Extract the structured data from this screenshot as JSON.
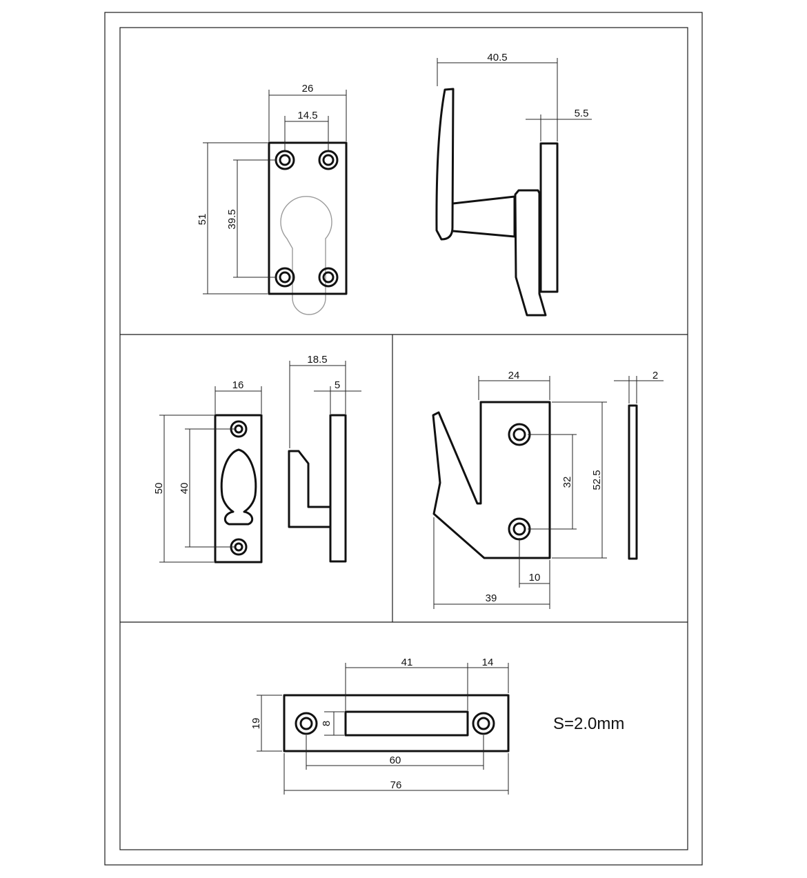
{
  "dims": {
    "d26": "26",
    "d14_5": "14.5",
    "d51": "51",
    "d39_5": "39.5",
    "d40_5": "40.5",
    "d5_5": "5.5",
    "d16": "16",
    "d50": "50",
    "d40": "40",
    "d18_5": "18.5",
    "d5": "5",
    "d24": "24",
    "d32": "32",
    "d52_5": "52.5",
    "d10": "10",
    "d39": "39",
    "d2": "2",
    "d41": "41",
    "d14": "14",
    "d19": "19",
    "d8": "8",
    "d60": "60",
    "d76": "76"
  },
  "note": "S=2.0mm"
}
